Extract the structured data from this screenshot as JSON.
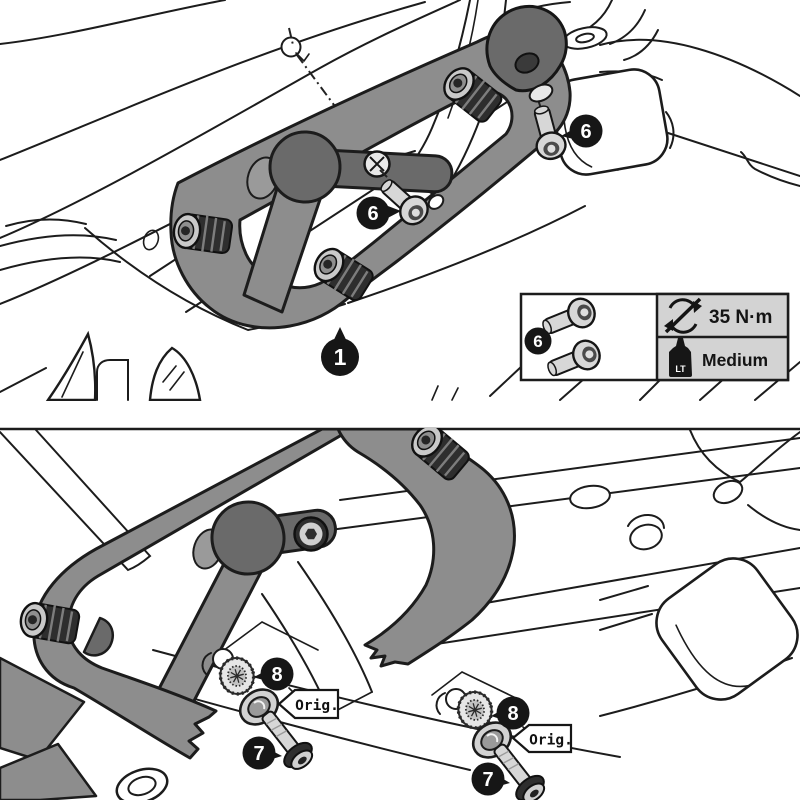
{
  "figure": {
    "kind": "assembly-instruction-diagram",
    "steps": 2
  },
  "colors": {
    "background": "#ffffff",
    "line": "#1c1c1c",
    "carrier_gray": "#8d8d8d",
    "tab_gray": "#6a6a6a",
    "stud_dark": "#2e2e2e",
    "bolt_light": "#d7d7d7",
    "info_cell_gray": "#d3d3d3"
  },
  "top_panel": {
    "callout_carrier": "1",
    "callout_screw_mid": "6",
    "callout_screw_top": "6",
    "info_box": {
      "item_number": "6",
      "torque_value": "35 N·m",
      "torque_icon": "no-power-tools-torque-icon",
      "threadlocker_grade": "Medium",
      "threadlocker_icon": "threadlocker-bottle-icon",
      "bottle_label": "LT"
    }
  },
  "bottom_panel": {
    "callout_washer_left": "8",
    "callout_bolt_left": "7",
    "callout_washer_right": "8",
    "callout_bolt_right": "7",
    "orig_label_left": "Orig.",
    "orig_label_right": "Orig."
  }
}
